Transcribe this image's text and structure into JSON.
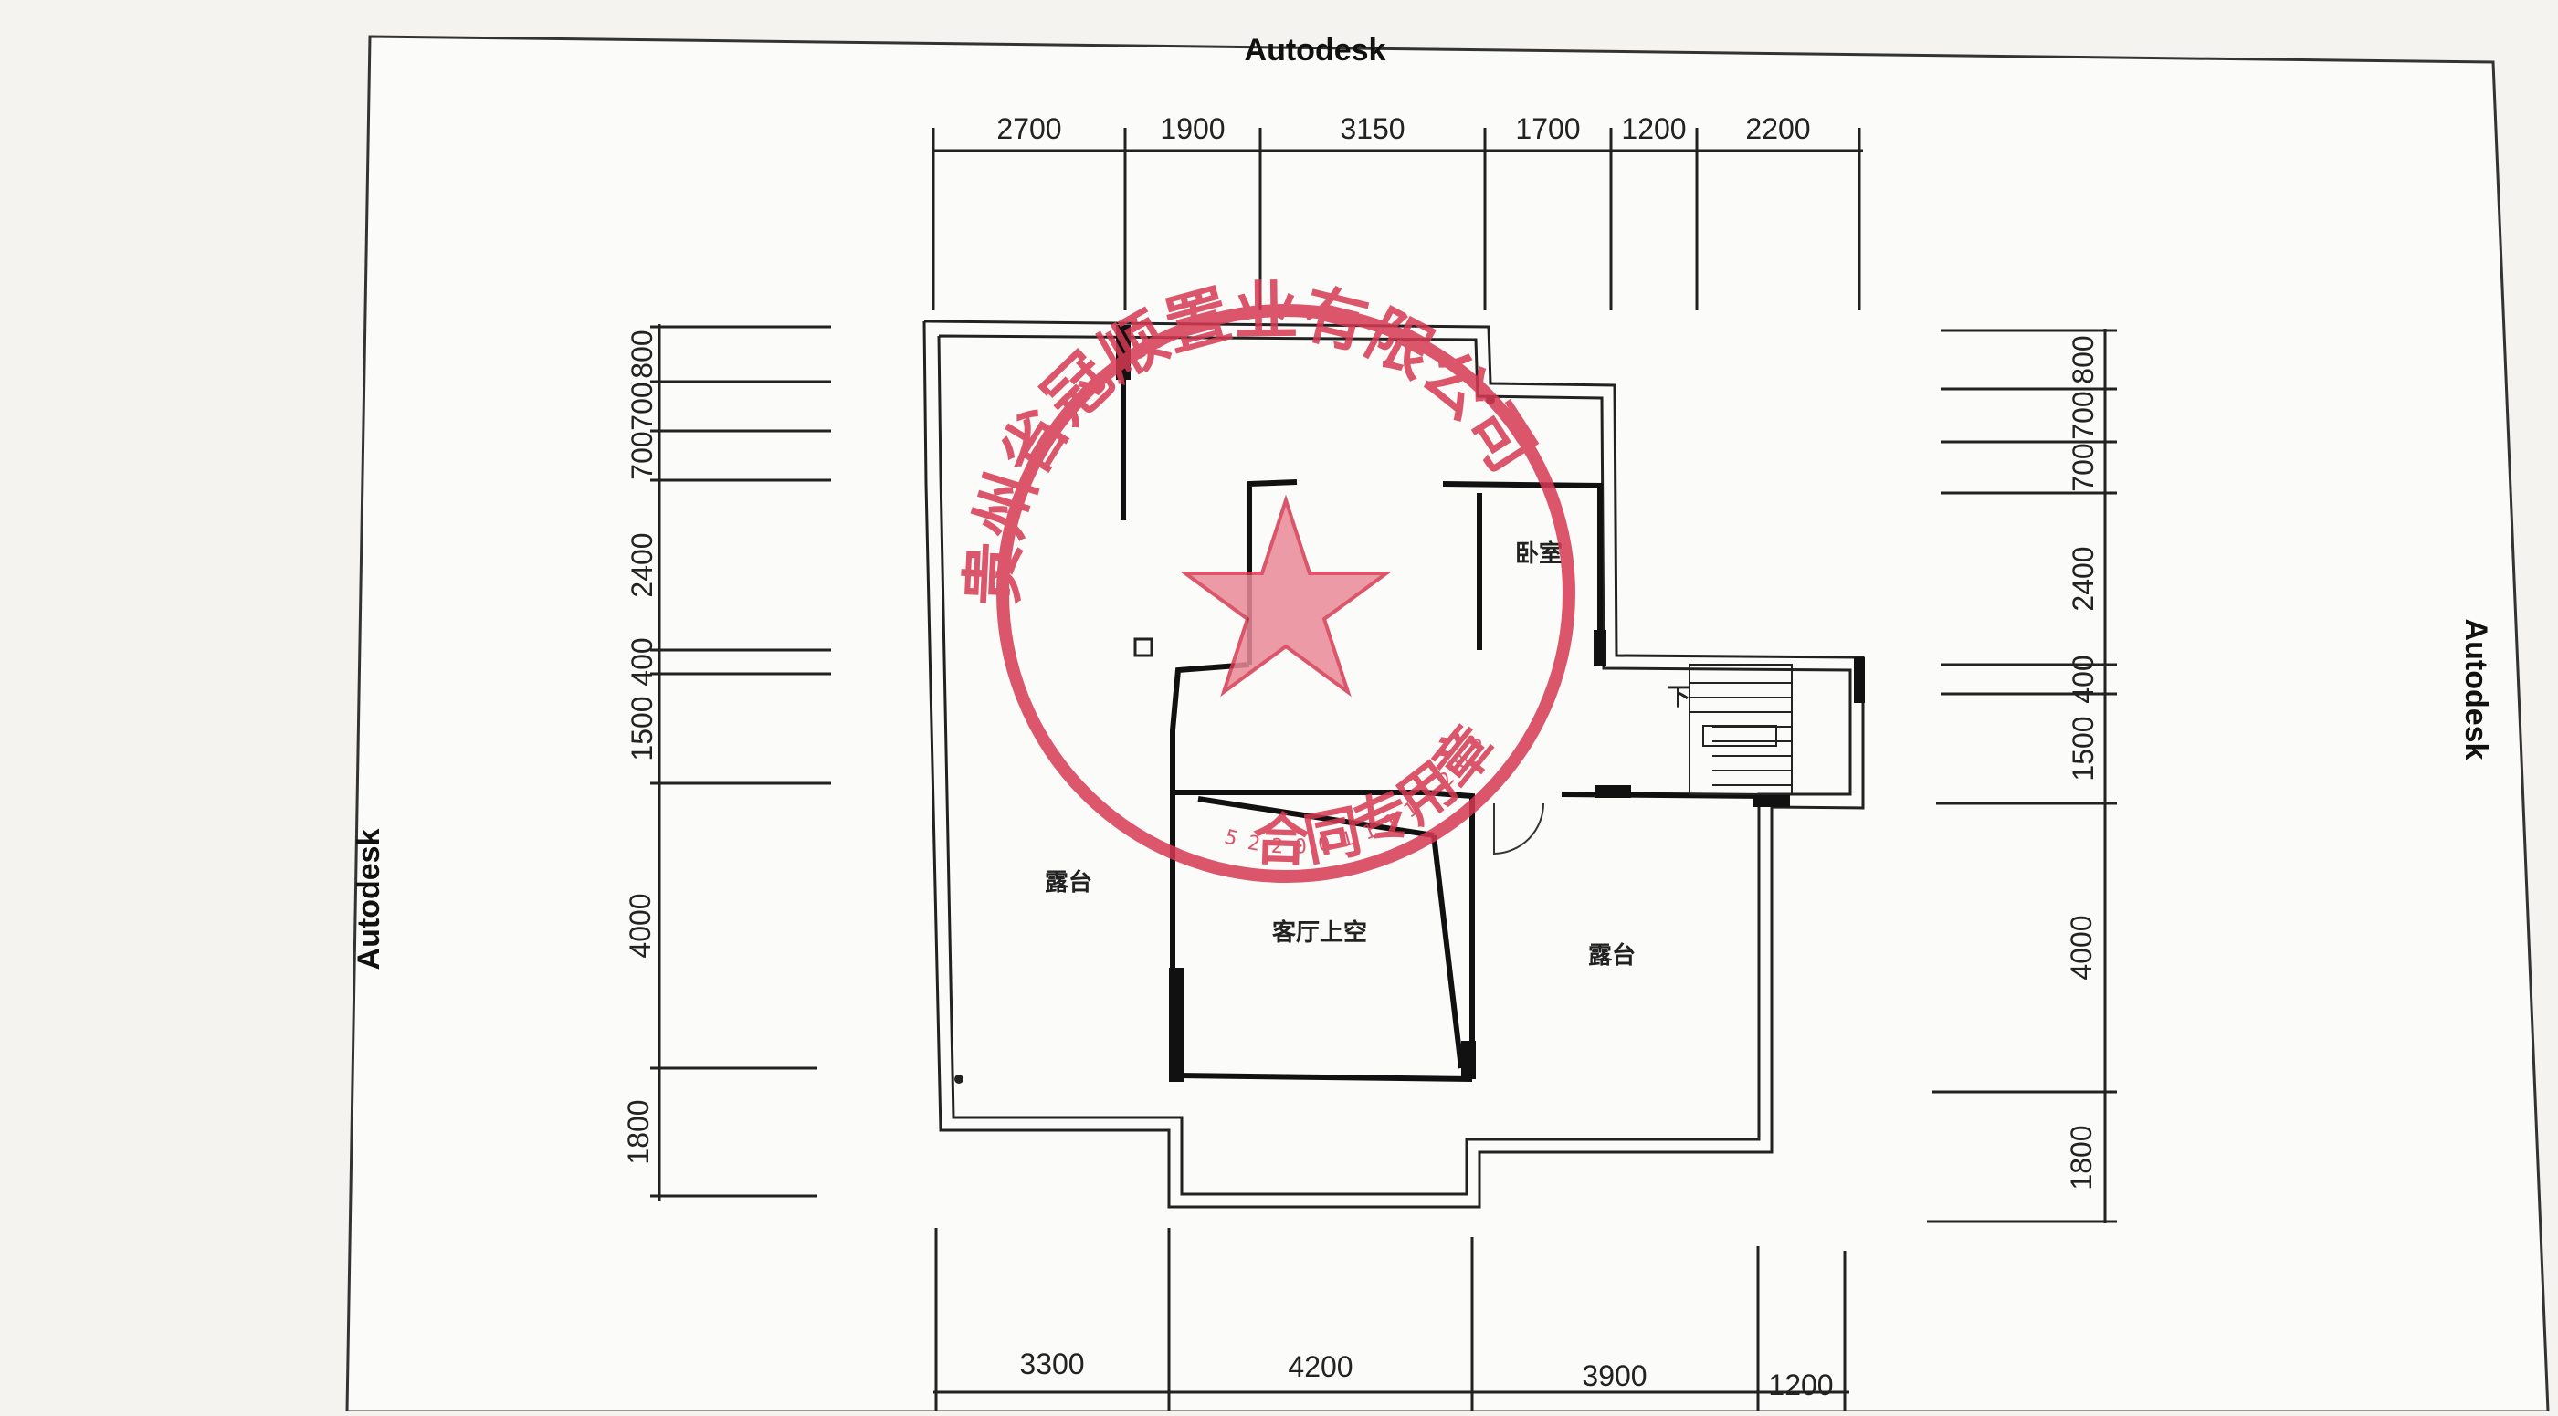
{
  "watermarks": {
    "top": "Autodesk",
    "left": "Autodesk",
    "right": "Autodesk"
  },
  "dimensions": {
    "top": [
      "2700",
      "1900",
      "3150",
      "1700",
      "1200",
      "2200"
    ],
    "bottom": [
      "3300",
      "4200",
      "3900",
      "1200"
    ],
    "left": [
      "800",
      "700",
      "700",
      "2400",
      "400",
      "1500",
      "4000",
      "1800"
    ],
    "right": [
      "800",
      "700",
      "700",
      "2400",
      "400",
      "1500",
      "4000",
      "1800"
    ]
  },
  "rooms": {
    "terrace_left": "露台",
    "living_void": "客厅上空",
    "terrace_right": "露台",
    "small_room": "卧室",
    "stair_down": "下"
  },
  "seal": {
    "company": "贵州省冠顺置业有限公司",
    "purpose": "合同专用章",
    "number": "5 2 2 0 0 1 1 1 1 4 2 8 3",
    "color": "#d63a52"
  }
}
